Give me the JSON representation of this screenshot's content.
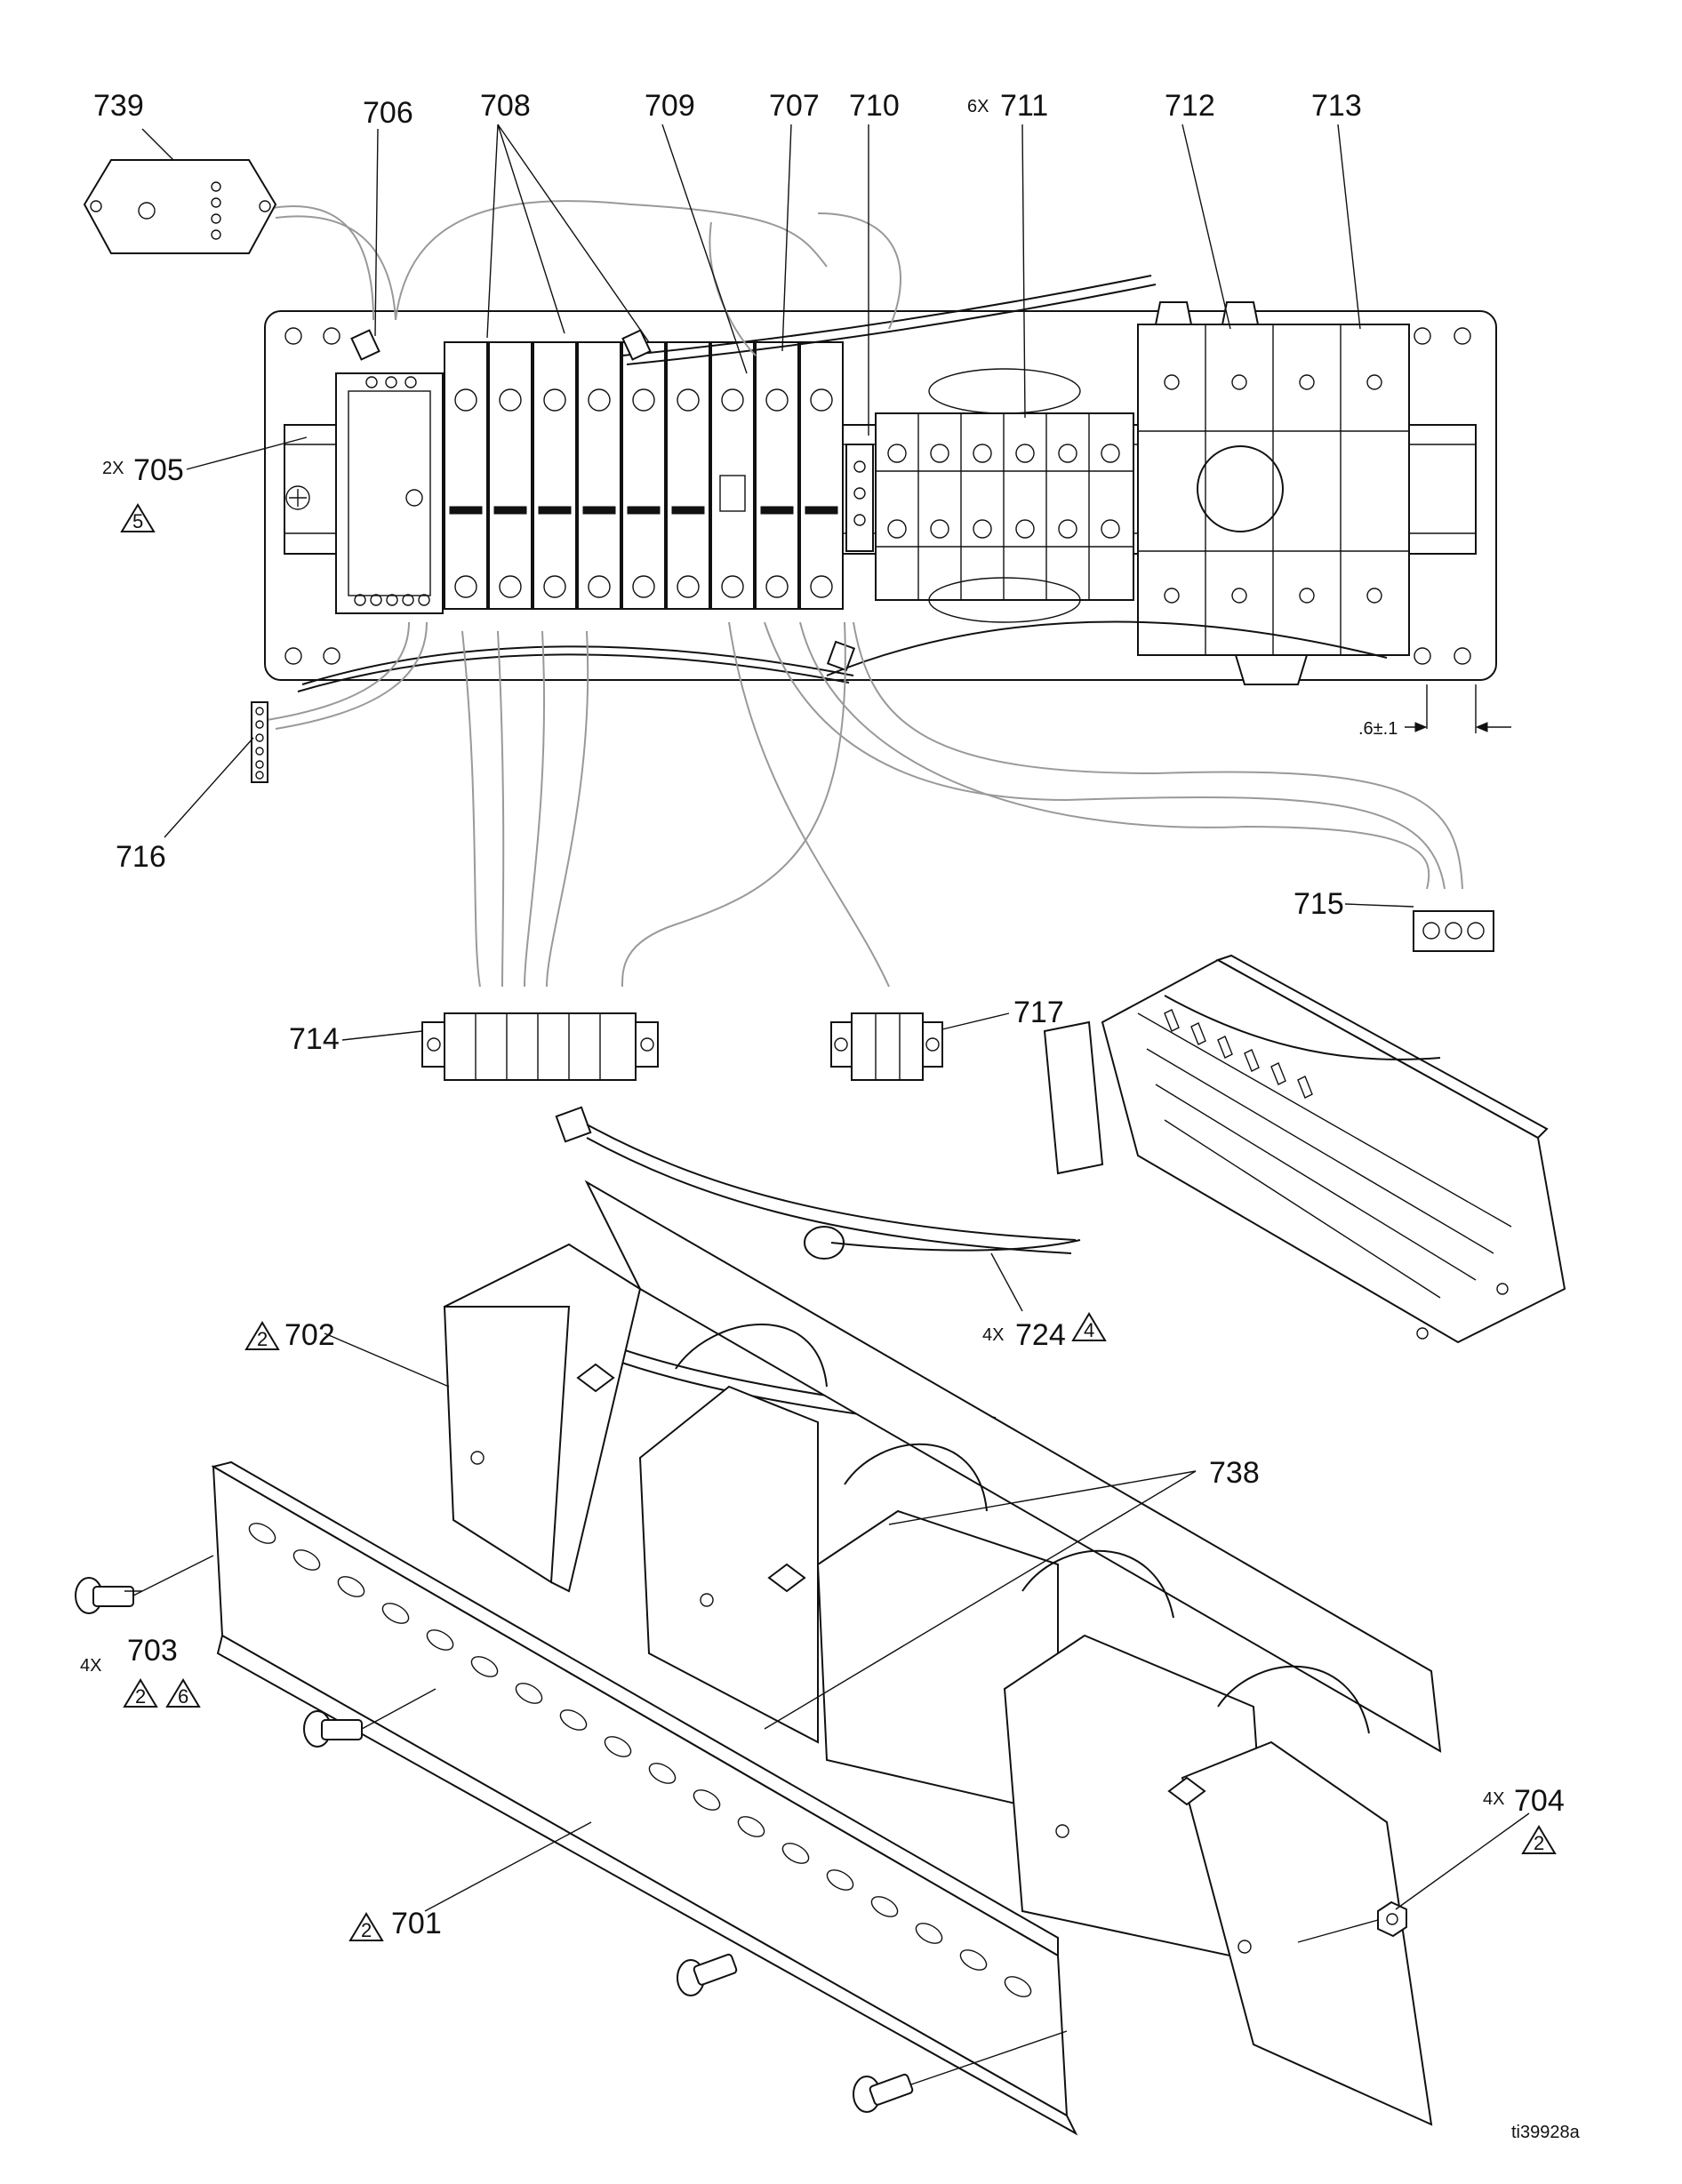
{
  "figure_id": "ti39928a",
  "dimension_text": ".6±.1",
  "callouts": {
    "c739": {
      "number": "739"
    },
    "c706": {
      "number": "706"
    },
    "c708": {
      "number": "708"
    },
    "c709": {
      "number": "709"
    },
    "c707": {
      "number": "707"
    },
    "c710": {
      "number": "710"
    },
    "c711": {
      "number": "711",
      "qty": "6X"
    },
    "c712": {
      "number": "712"
    },
    "c713": {
      "number": "713"
    },
    "c705": {
      "number": "705",
      "qty": "2X",
      "note": "5"
    },
    "c716": {
      "number": "716"
    },
    "c715": {
      "number": "715"
    },
    "c714": {
      "number": "714"
    },
    "c717": {
      "number": "717"
    },
    "c724": {
      "number": "724",
      "qty": "4X",
      "note": "4"
    },
    "c702": {
      "number": "702",
      "note": "2"
    },
    "c738": {
      "number": "738"
    },
    "c703": {
      "number": "703",
      "qty": "4X",
      "note": "2",
      "note2": "6"
    },
    "c704": {
      "number": "704",
      "qty": "4X",
      "note": "2"
    },
    "c701": {
      "number": "701",
      "note": "2"
    }
  }
}
